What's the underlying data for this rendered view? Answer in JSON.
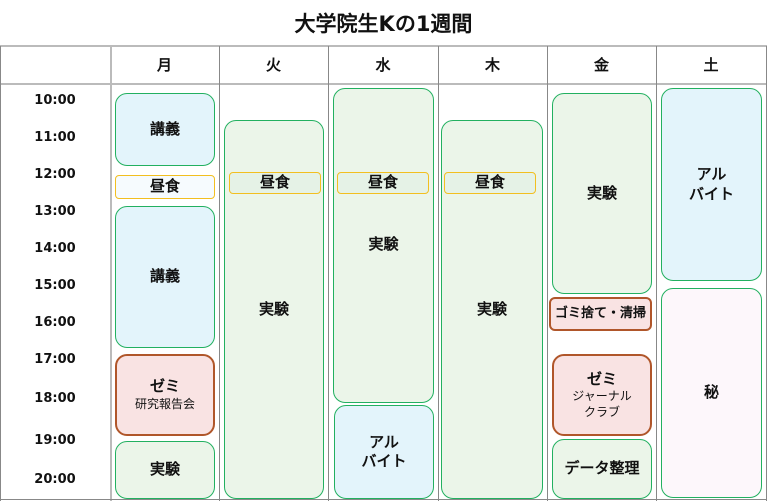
{
  "title": "大学院生Kの1週間",
  "days": [
    "月",
    "火",
    "水",
    "木",
    "金",
    "土"
  ],
  "times": [
    "10:00",
    "11:00",
    "12:00",
    "13:00",
    "14:00",
    "15:00",
    "16:00",
    "17:00",
    "18:00",
    "19:00",
    "20:00"
  ],
  "events": {
    "mon_lecture1": "講義",
    "mon_lunch": "昼食",
    "mon_lecture2": "講義",
    "mon_seminar": "ゼミ",
    "mon_seminar_sub": "研究報告会",
    "mon_experiment": "実験",
    "tue_experiment": "実験",
    "tue_lunch": "昼食",
    "wed_experiment": "実験",
    "wed_lunch": "昼食",
    "wed_job1": "アル",
    "wed_job2": "バイト",
    "thu_experiment": "実験",
    "thu_lunch": "昼食",
    "fri_experiment": "実験",
    "fri_trash": "ゴミ捨て・清掃",
    "fri_seminar": "ゼミ",
    "fri_seminar_sub1": "ジャーナル",
    "fri_seminar_sub2": "クラブ",
    "fri_data": "データ整理",
    "sat_job1": "アル",
    "sat_job2": "バイト",
    "sat_secret": "秘"
  }
}
